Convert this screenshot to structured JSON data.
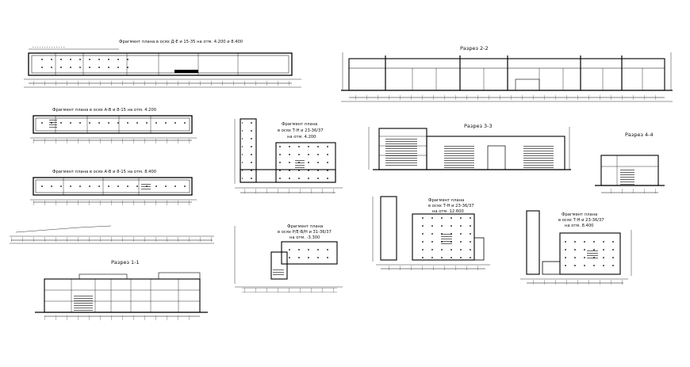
{
  "labels": {
    "plan_a": "Фрагмент плана в осях Д-Е и 15-35  на отм. 4.200 и 8.400",
    "plan_b1": "Фрагмент плана в осях А-В и 8-15  на отм. 4.200",
    "plan_b2": "Фрагмент плана в осях А-В и 8-15  на отм. 8.400",
    "plan_c_1": "Фрагмент плана",
    "plan_c_2": "в осях Т-Н и 23-36/37",
    "plan_c_3": "на отм. 4.200",
    "plan_d_1": "Фрагмент плана",
    "plan_d_2": "в осях Р/Е-В/Н и 31-36/37",
    "plan_d_3": "на отм. -3.300",
    "plan_e_1": "Фрагмент плана",
    "plan_e_2": "в осях Т-Н и 23-36/37",
    "plan_e_3": "на отм. 12.600",
    "plan_f_1": "Фрагмент плана",
    "plan_f_2": "в осях Т-Н и 23-36/37",
    "plan_f_3": "на отм. 8.400",
    "section_1": "Разрез 1-1",
    "section_2": "Разрез 2-2",
    "section_3": "Разрез 3-3",
    "section_4": "Разрез 4-4"
  },
  "colors": {
    "ink": "#000000",
    "paper": "#ffffff"
  }
}
